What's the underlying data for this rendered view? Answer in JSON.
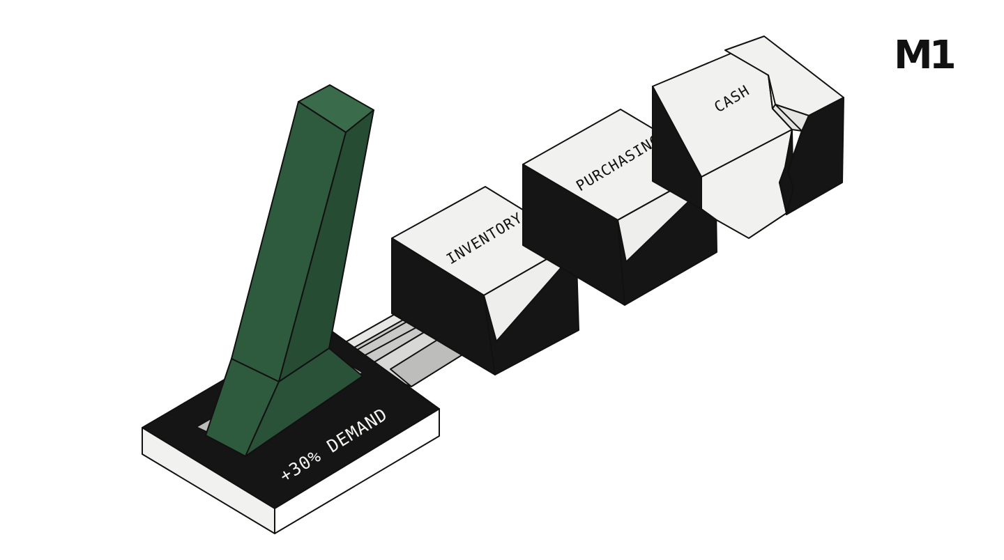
{
  "brand": {
    "logo_text": "M1"
  },
  "diagram": {
    "lever_label": "+30% DEMAND",
    "blocks": [
      {
        "id": "inventory",
        "label": "INVENTORY"
      },
      {
        "id": "purchasing",
        "label": "PURCHASING"
      },
      {
        "id": "cash",
        "label": "CASH",
        "state": "cracked"
      }
    ],
    "colors": {
      "lever": "#2e5a3e",
      "lever_shade": "#264c34",
      "block_top": "#f1f1ef",
      "block_side": "#151515",
      "shaft": "#c9c9c7",
      "outline": "#111111"
    }
  }
}
